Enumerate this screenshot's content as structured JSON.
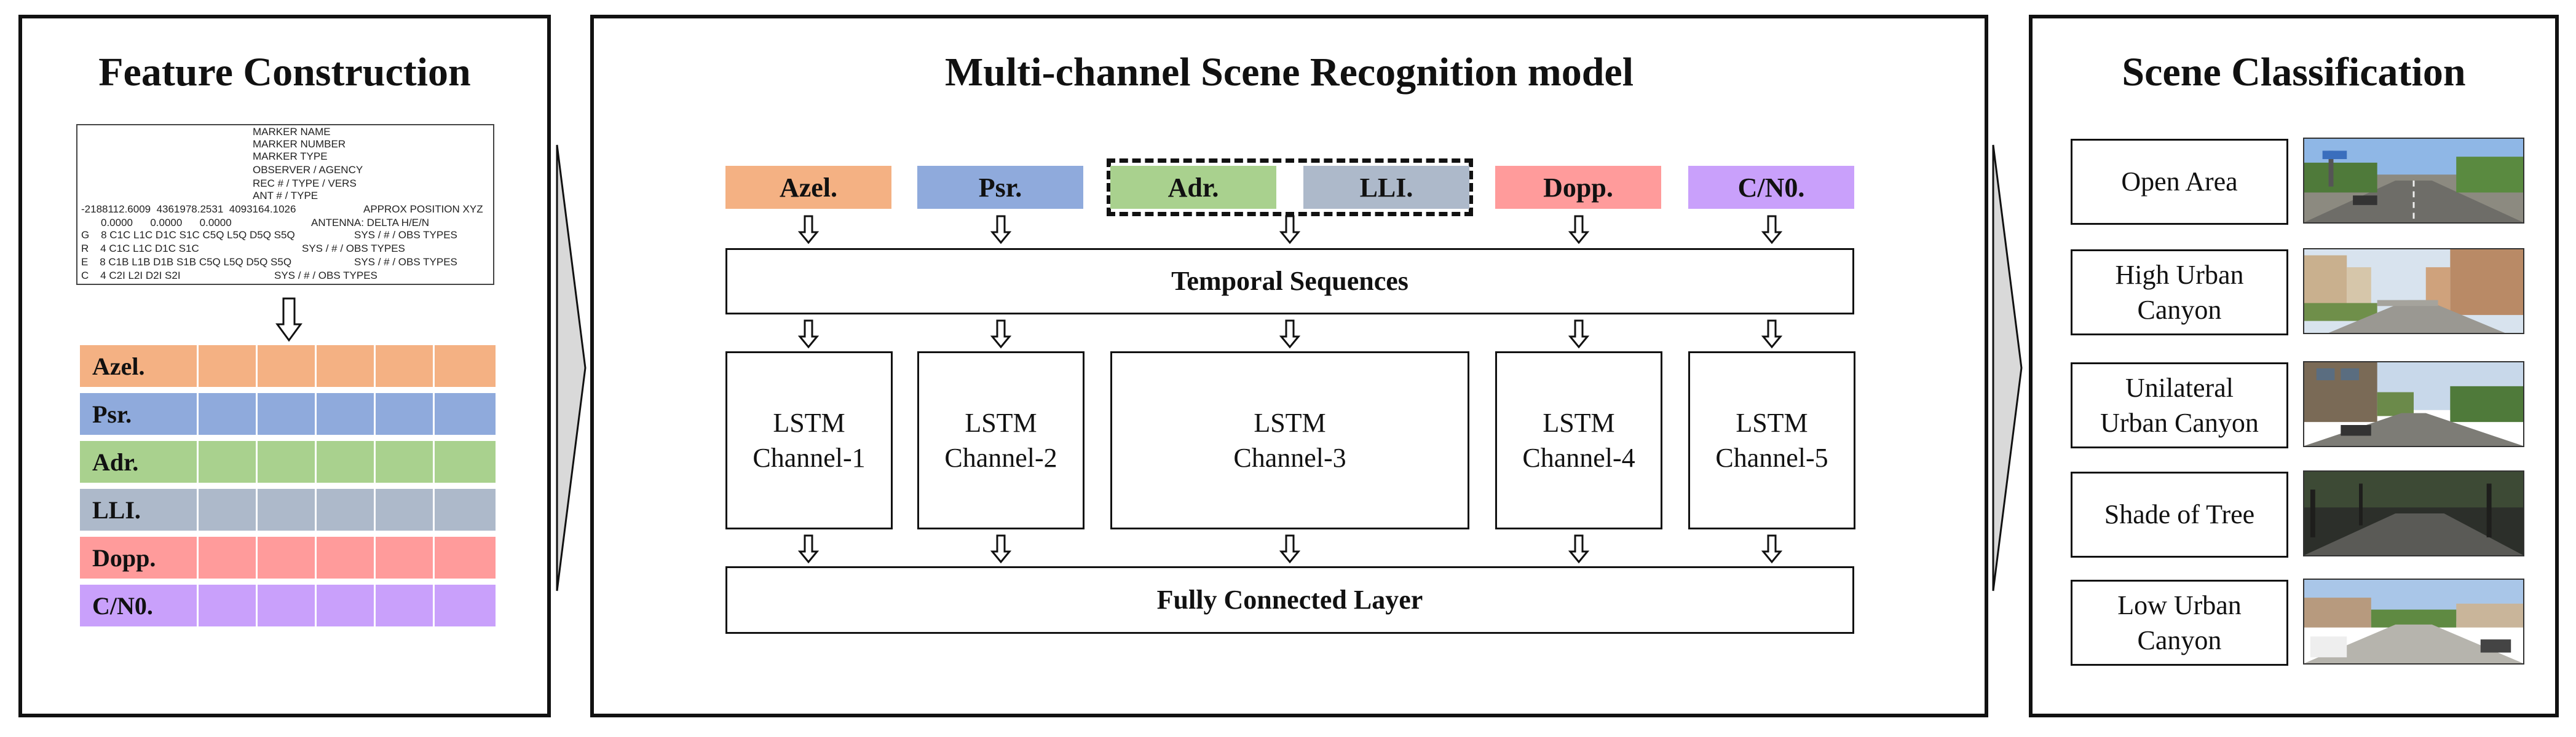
{
  "panels": {
    "feature": {
      "title": "Feature Construction"
    },
    "model": {
      "title": "Multi-channel Scene Recognition model"
    },
    "classification": {
      "title": "Scene Classification"
    }
  },
  "rinex": {
    "lines": [
      "MARKER NAME",
      "MARKER NUMBER",
      "MARKER TYPE",
      "OBSERVER / AGENCY",
      "REC # / TYPE / VERS",
      "ANT # / TYPE",
      "-2188112.6009  4361978.2531  4093164.1026",
      "APPROX POSITION XYZ",
      "0.0000      0.0000      0.0000",
      "ANTENNA: DELTA H/E/N",
      "G    8 C1C L1C D1C S1C C5Q L5Q D5Q S5Q",
      "SYS / # / OBS TYPES",
      "R    4 C1C L1C D1C S1C",
      "SYS / # / OBS TYPES",
      "E    8 C1B L1B D1B S1B C5Q L5Q D5Q S5Q",
      "SYS / # / OBS TYPES",
      "C    4 C2I L2I D2I S2I",
      "SYS / # / OBS TYPES"
    ]
  },
  "features": [
    {
      "label": "Azel.",
      "color": "#f4b183"
    },
    {
      "label": "Psr.",
      "color": "#8faadc"
    },
    {
      "label": "Adr.",
      "color": "#a9d18e"
    },
    {
      "label": "LLI.",
      "color": "#adb9ca"
    },
    {
      "label": "Dopp.",
      "color": "#ff9b9b"
    },
    {
      "label": "C/N0.",
      "color": "#c9a0fb"
    }
  ],
  "model": {
    "inputs": [
      {
        "label": "Azel.",
        "color": "#f4b183"
      },
      {
        "label": "Psr.",
        "color": "#8faadc"
      },
      {
        "label": "Adr.",
        "color": "#a9d18e"
      },
      {
        "label": "LLI.",
        "color": "#adb9ca"
      },
      {
        "label": "Dopp.",
        "color": "#ff9b9b"
      },
      {
        "label": "C/N0.",
        "color": "#c9a0fb"
      }
    ],
    "temporal": "Temporal Sequences",
    "lstm_prefix": "LSTM",
    "channels": [
      "Channel-1",
      "Channel-2",
      "Channel-3",
      "Channel-4",
      "Channel-5"
    ],
    "fc": "Fully Connected Layer"
  },
  "scenes": [
    {
      "label": "Open Area",
      "line1": "Open Area",
      "line2": ""
    },
    {
      "label": "High Urban Canyon",
      "line1": "High Urban",
      "line2": "Canyon"
    },
    {
      "label": "Unilateral Urban Canyon",
      "line1": "Unilateral",
      "line2": "Urban Canyon"
    },
    {
      "label": "Shade of Tree",
      "line1": "Shade of Tree",
      "line2": ""
    },
    {
      "label": "Low Urban Canyon",
      "line1": "Low Urban",
      "line2": "Canyon"
    }
  ]
}
